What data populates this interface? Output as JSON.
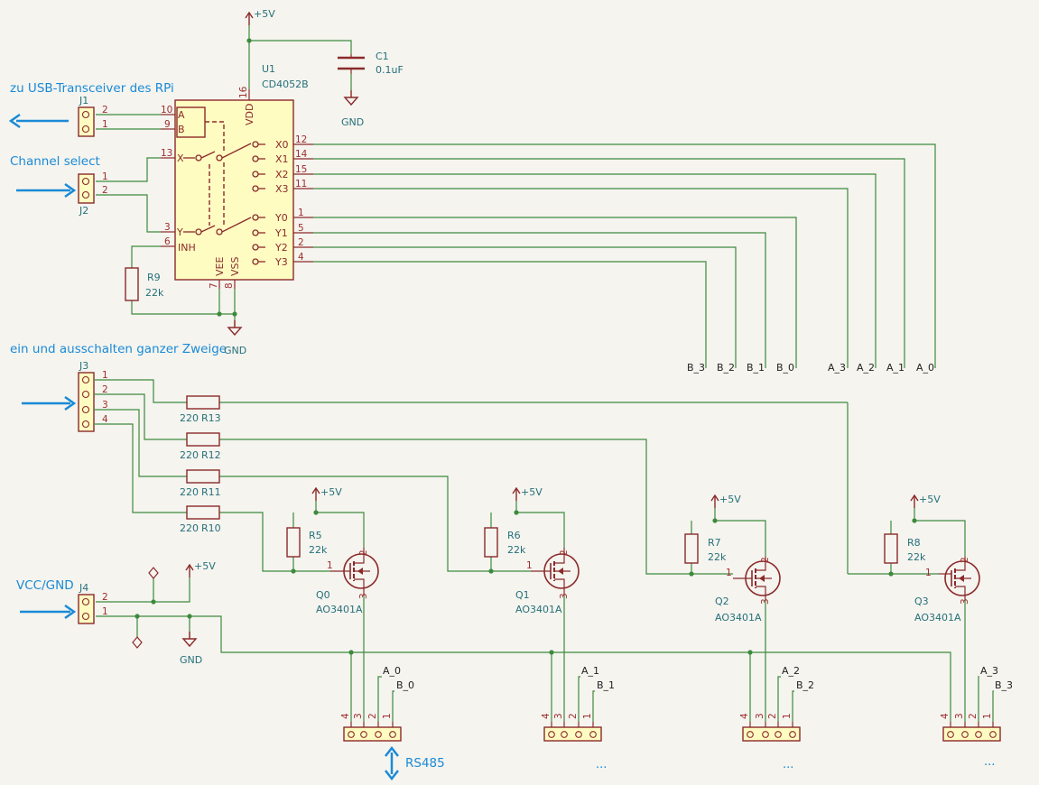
{
  "notes": {
    "usb": "zu USB-Transceiver des RPi",
    "channel": "Channel select",
    "branches": "ein und ausschalten ganzer Zweige",
    "power": "VCC/GND",
    "rs485": "RS485",
    "more": "..."
  },
  "power": {
    "vcc": "+5V",
    "gnd": "GND"
  },
  "u1": {
    "ref": "U1",
    "value": "CD4052B",
    "pins": {
      "a": "A",
      "b": "B",
      "x": "X",
      "y": "Y",
      "inh": "INH",
      "vdd": "VDD",
      "vee": "VEE",
      "vss": "VSS",
      "x0": "X0",
      "x1": "X1",
      "x2": "X2",
      "x3": "X3",
      "y0": "Y0",
      "y1": "Y1",
      "y2": "Y2",
      "y3": "Y3"
    },
    "pin_numbers": {
      "a": "10",
      "b": "9",
      "x": "13",
      "y": "3",
      "inh": "6",
      "vdd": "16",
      "vee": "7",
      "vss": "8",
      "x0": "12",
      "x1": "14",
      "x2": "15",
      "x3": "11",
      "y0": "1",
      "y1": "5",
      "y2": "2",
      "y3": "4"
    }
  },
  "c1": {
    "ref": "C1",
    "value": "0.1uF"
  },
  "r9": {
    "ref": "R9",
    "value": "22k"
  },
  "j1": {
    "ref": "J1",
    "pins": [
      "2",
      "1"
    ]
  },
  "j2": {
    "ref": "J2",
    "pins": [
      "1",
      "2"
    ]
  },
  "j3": {
    "ref": "J3",
    "pins": [
      "1",
      "2",
      "3",
      "4"
    ]
  },
  "j4": {
    "ref": "J4",
    "pins": [
      "2",
      "1"
    ]
  },
  "series_resistors": [
    {
      "ref": "R13",
      "value": "220"
    },
    {
      "ref": "R12",
      "value": "220"
    },
    {
      "ref": "R11",
      "value": "220"
    },
    {
      "ref": "R10",
      "value": "220"
    }
  ],
  "bus_labels": [
    "B_3",
    "B_2",
    "B_1",
    "B_0",
    "A_3",
    "A_2",
    "A_1",
    "A_0"
  ],
  "channels": [
    {
      "pullup": "R5",
      "pullup_value": "22k",
      "transistor": "Q0",
      "model": "AO3401A",
      "net_a": "A_0",
      "net_b": "B_0"
    },
    {
      "pullup": "R6",
      "pullup_value": "22k",
      "transistor": "Q1",
      "model": "AO3401A",
      "net_a": "A_1",
      "net_b": "B_1"
    },
    {
      "pullup": "R7",
      "pullup_value": "22k",
      "transistor": "Q2",
      "model": "AO3401A",
      "net_a": "A_2",
      "net_b": "B_2"
    },
    {
      "pullup": "R8",
      "pullup_value": "22k",
      "transistor": "Q3",
      "model": "AO3401A",
      "net_a": "A_3",
      "net_b": "B_3"
    }
  ],
  "mosfet_pins": {
    "gate": "1",
    "source": "2",
    "drain": "3"
  },
  "out_pins": [
    "4",
    "3",
    "2",
    "1"
  ],
  "colors": {
    "wire": "#3d8a3d",
    "component": "#8b2a2a",
    "pin_number": "#a02f2f",
    "label": "#26707a",
    "ic_fill": "#fffcc2",
    "note": "#1a8ad6",
    "paper": "#f5f4ef"
  }
}
